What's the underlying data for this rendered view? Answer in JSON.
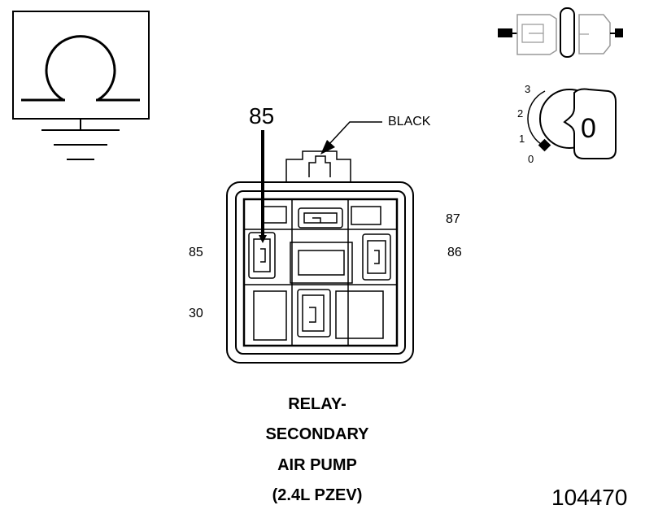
{
  "colors": {
    "ink": "#000000",
    "light_outline": "#9a9a9a",
    "background": "#ffffff"
  },
  "icons": [
    "ohmmeter-ground-icon",
    "connector-disconnect-icon",
    "ignition-key-icon",
    "relay-connector-icon"
  ],
  "meter": {
    "symbol": "Ω"
  },
  "ignition": {
    "positions": [
      "3",
      "2",
      "1",
      "0"
    ],
    "key_label": "0"
  },
  "diagram": {
    "callout_pin": "85",
    "wire_color": "BLACK",
    "pins": {
      "p87": "87",
      "p85": "85",
      "p86": "86",
      "p30": "30"
    }
  },
  "title": {
    "line1": "RELAY-",
    "line2": "SECONDARY",
    "line3": "AIR PUMP",
    "line4": "(2.4L PZEV)"
  },
  "figure_number": "104470"
}
